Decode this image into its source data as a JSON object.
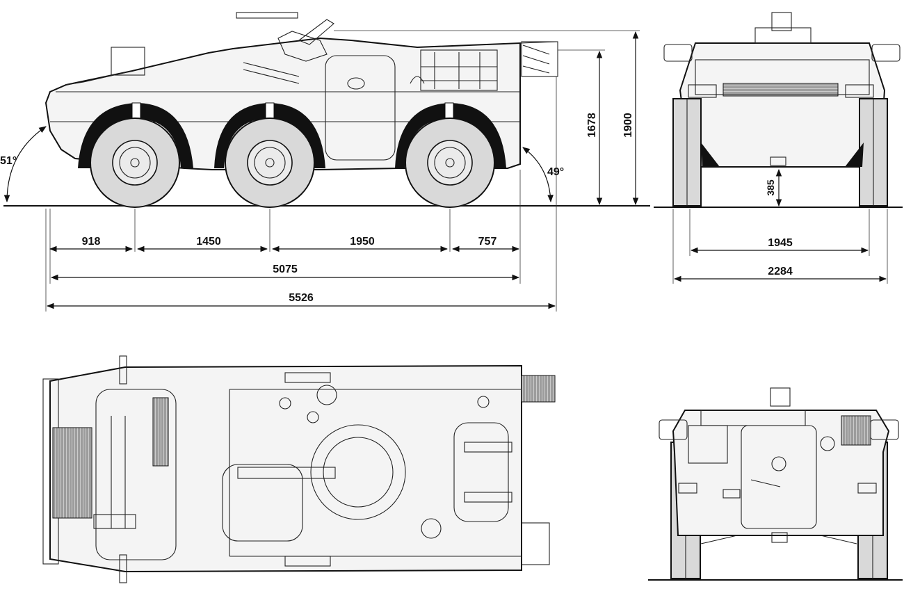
{
  "drawing": {
    "views": [
      "side-view",
      "front-view",
      "top-view",
      "rear-view"
    ],
    "dimensions": {
      "front_overhang": "918",
      "axle_1_2": "1450",
      "axle_2_3": "1950",
      "rear_overhang": "757",
      "hull_length": "5075",
      "overall_length": "5526",
      "hull_height": "1678",
      "overall_height": "1900",
      "approach_angle": "51°",
      "departure_angle": "49°",
      "track_width": "1945",
      "overall_width": "2284",
      "ground_clearance": "385"
    }
  }
}
